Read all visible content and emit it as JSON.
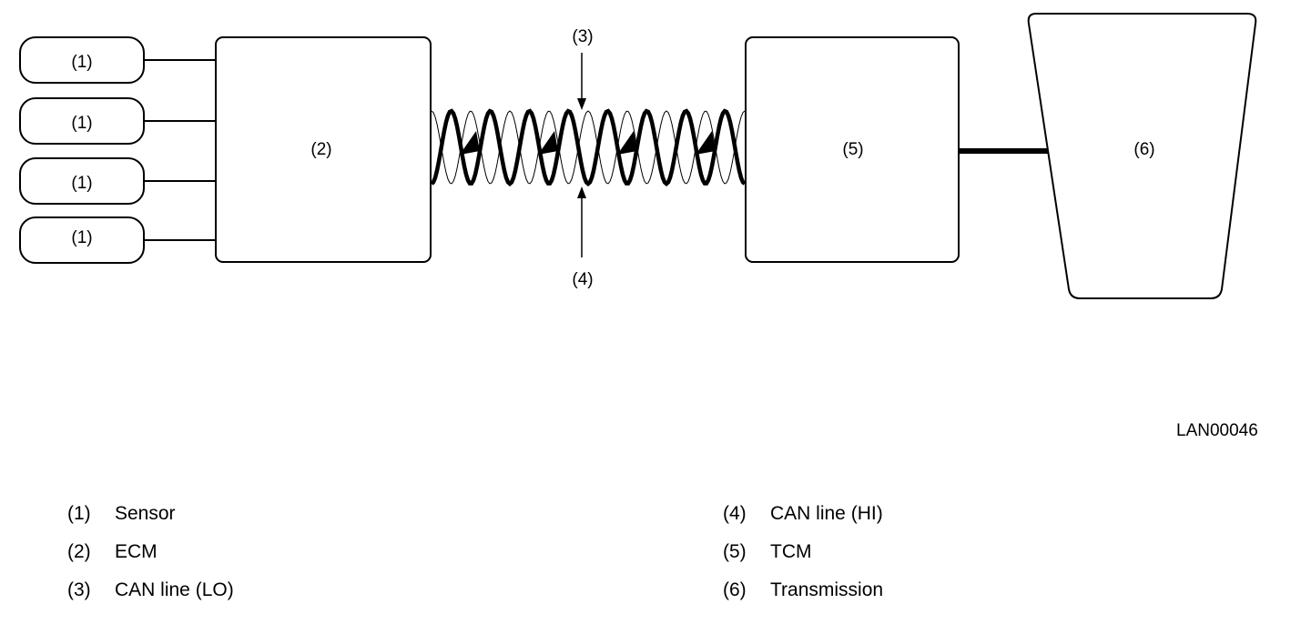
{
  "nodes": {
    "sensor_tag": "(1)",
    "ecm_tag": "(2)",
    "can_lo_tag": "(3)",
    "can_hi_tag": "(4)",
    "tcm_tag": "(5)",
    "transmission_tag": "(6)"
  },
  "figure_code": "LAN00046",
  "legend": {
    "left": [
      {
        "num": "(1)",
        "text": "Sensor"
      },
      {
        "num": "(2)",
        "text": "ECM"
      },
      {
        "num": "(3)",
        "text": "CAN line (LO)"
      }
    ],
    "right": [
      {
        "num": "(4)",
        "text": "CAN line (HI)"
      },
      {
        "num": "(5)",
        "text": "TCM"
      },
      {
        "num": "(6)",
        "text": "Transmission"
      }
    ]
  }
}
